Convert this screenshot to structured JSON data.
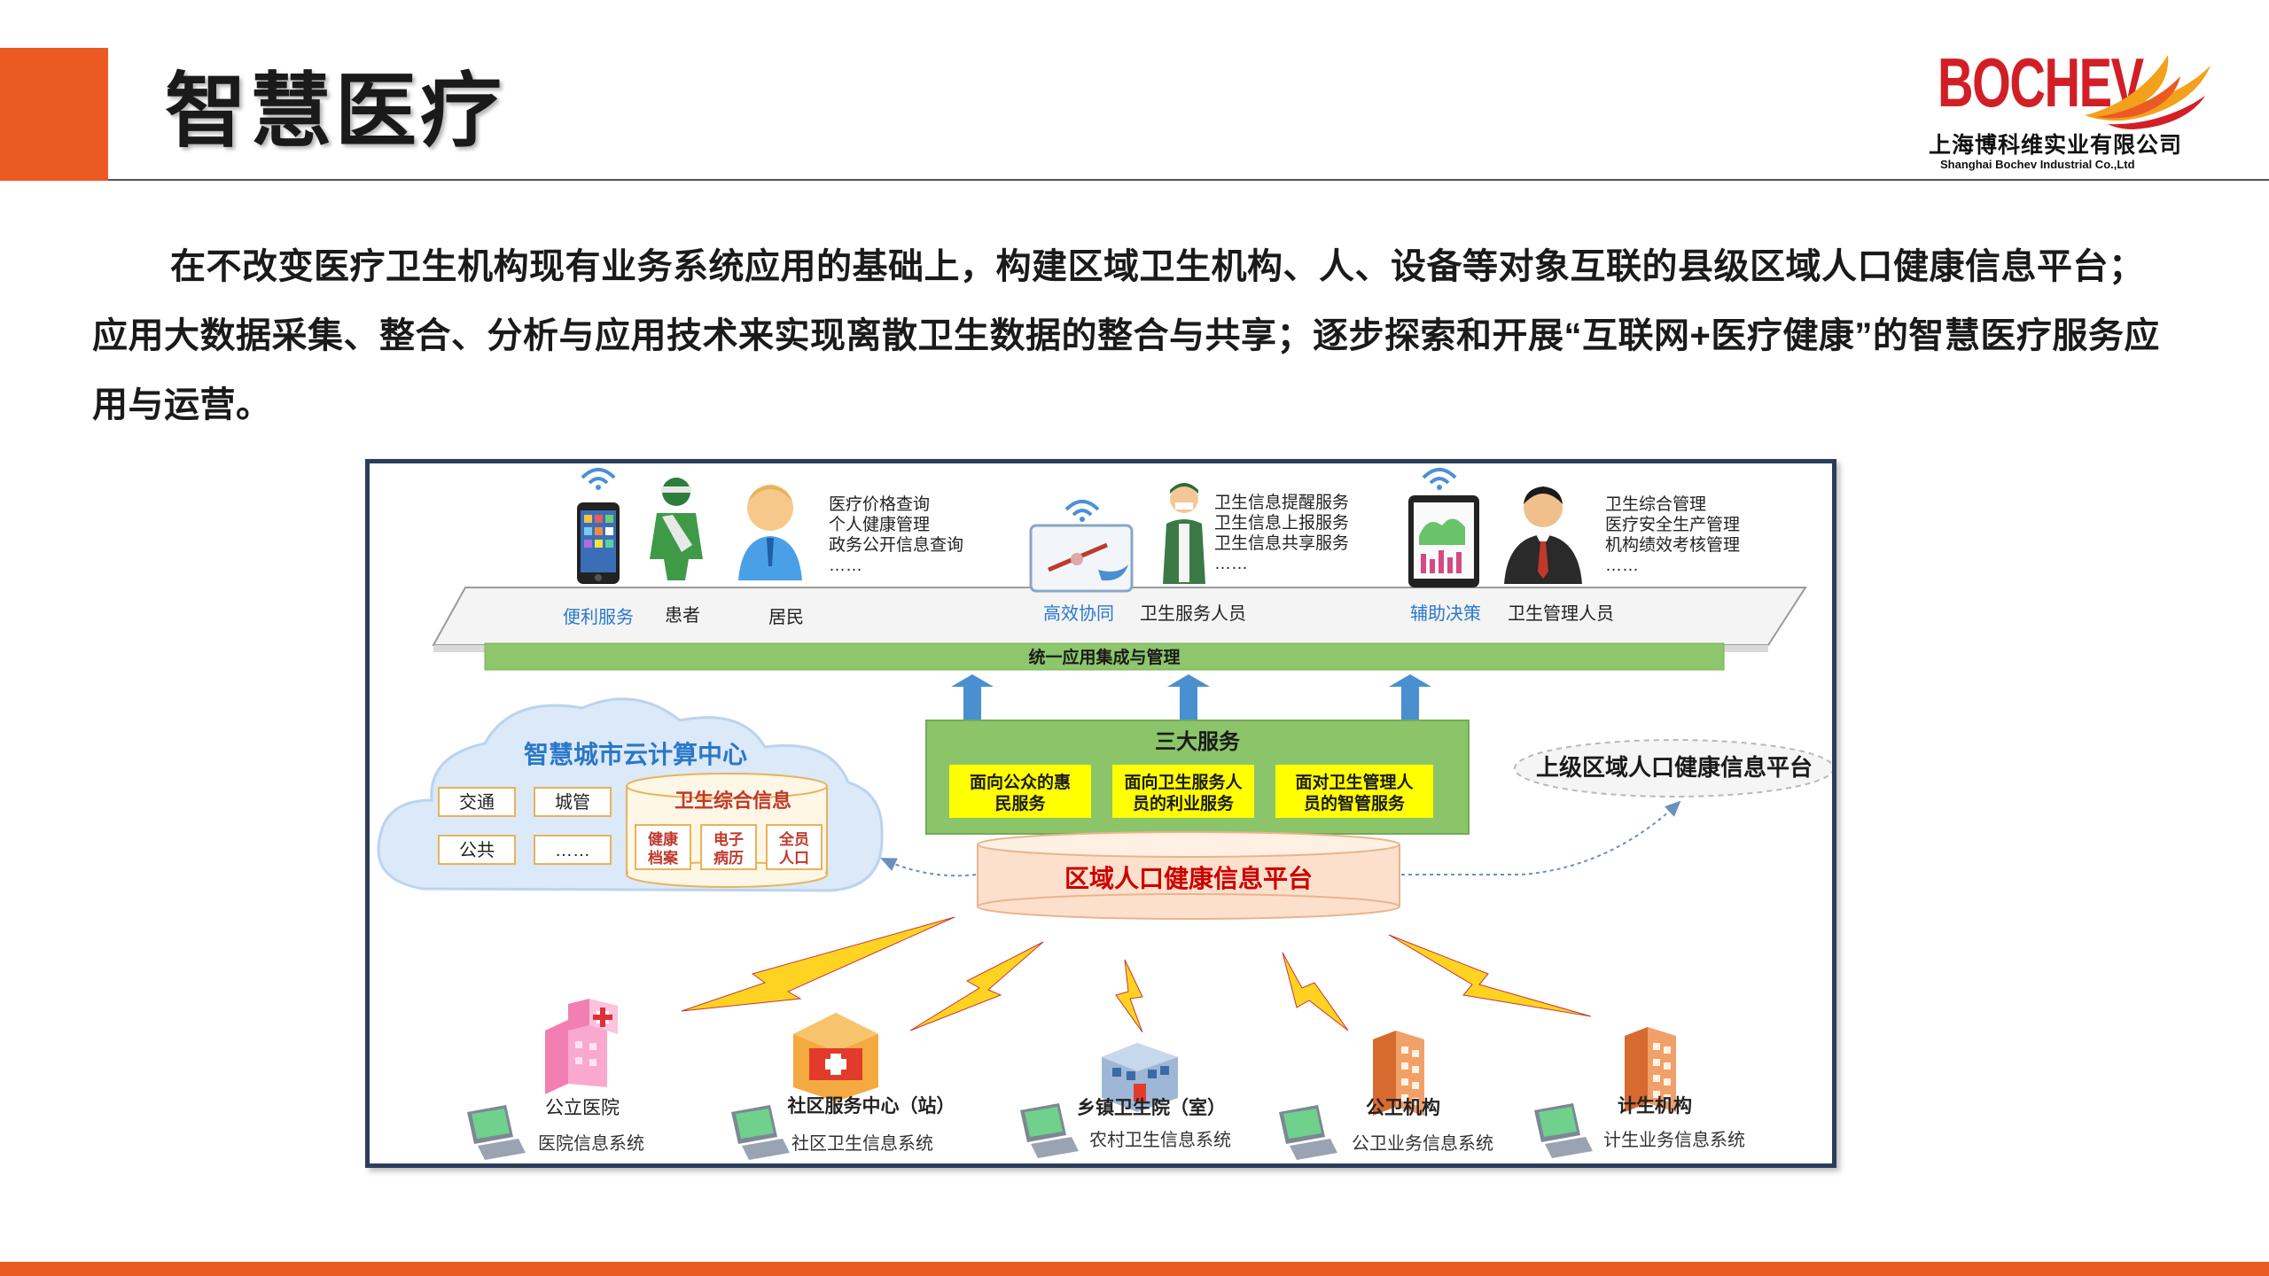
{
  "slide": {
    "title": "智慧医疗",
    "intro": "在不改变医疗卫生机构现有业务系统应用的基础上，构建区域卫生机构、人、设备等对象互联的县级区域人口健康信息平台；应用大数据采集、整合、分析与应用技术来实现离散卫生数据的整合与共享；逐步探索和开展“互联网+医疗健康”的智慧医疗服务应用与运营。"
  },
  "logo": {
    "brand": "BOCHEV",
    "company_cn": "上海博科维实业有限公司",
    "company_en": "Shanghai Bochev Industrial Co.,Ltd"
  },
  "colors": {
    "accent": "#ec5a24",
    "brand_red": "#d21f26",
    "diagram_border": "#2c3d5b",
    "bar_green": "#8dc66b",
    "label_blue": "#2a78c8",
    "arrow_blue": "#4a8fd0",
    "service_green": "#8cc46a",
    "service_yellow": "#ffff00",
    "platform_red": "#cc0000"
  },
  "diagram": {
    "top_groups": [
      {
        "channel": "便利服务",
        "actors": [
          "患者",
          "居民"
        ],
        "services": [
          "医疗价格查询",
          "个人健康管理",
          "政务公开信息查询",
          "……"
        ],
        "icons": [
          "wifi-icon",
          "smartphone-icon",
          "patient-icon",
          "resident-icon"
        ]
      },
      {
        "channel": "高效协同",
        "actors": [
          "卫生服务人员"
        ],
        "services": [
          "卫生信息提醒服务",
          "卫生信息上报服务",
          "卫生信息共享服务",
          "……"
        ],
        "icons": [
          "wifi-icon",
          "medical-screen-icon",
          "doctor-icon"
        ]
      },
      {
        "channel": "辅助决策",
        "actors": [
          "卫生管理人员"
        ],
        "services": [
          "卫生综合管理",
          "医疗安全生产管理",
          "机构绩效考核管理",
          "……"
        ],
        "icons": [
          "wifi-icon",
          "tablet-icon",
          "manager-icon"
        ]
      }
    ],
    "integration_bar": "统一应用集成与管理",
    "cloud": {
      "title": "智慧城市云计算中心",
      "items": [
        "交通",
        "城管",
        "公共",
        "……"
      ],
      "health_db": {
        "title": "卫生综合信息",
        "items": [
          "健康档案",
          "电子病历",
          "全员人口"
        ]
      }
    },
    "services": {
      "title": "三大服务",
      "items": [
        "面向公众的惠民服务",
        "面向卫生服务人员的利业服务",
        "面对卫生管理人员的智管服务"
      ]
    },
    "upper_platform": "上级区域人口健康信息平台",
    "regional_platform": "区域人口健康信息平台",
    "institutions": [
      {
        "name": "公立医院",
        "system": "医院信息系统",
        "icon": "hospital-icon"
      },
      {
        "name": "社区服务中心（站）",
        "system": "社区卫生信息系统",
        "icon": "clinic-icon"
      },
      {
        "name": "乡镇卫生院（室）",
        "system": "农村卫生信息系统",
        "icon": "township-clinic-icon"
      },
      {
        "name": "公卫机构",
        "system": "公卫业务信息系统",
        "icon": "building-icon"
      },
      {
        "name": "计生机构",
        "system": "计生业务信息系统",
        "icon": "building-icon"
      }
    ]
  }
}
